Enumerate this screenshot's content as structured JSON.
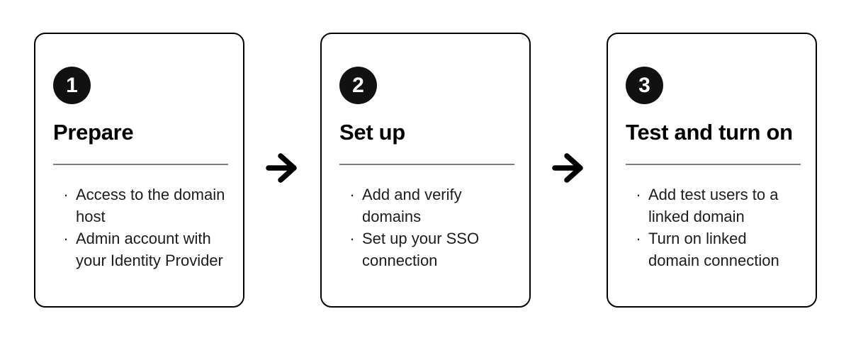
{
  "diagram": {
    "background": "#ffffff",
    "colors": {
      "card_border": "#000000",
      "badge_background": "#111111",
      "badge_text": "#ffffff",
      "title_text": "#000000",
      "body_text": "#1c1c1c",
      "divider": "#7d7d7d",
      "arrow": "#000000"
    },
    "steps": [
      {
        "number": "1",
        "title": "Prepare",
        "items": [
          "Access to the domain\nhost",
          "Admin account with\nyour Identity Provider"
        ]
      },
      {
        "number": "2",
        "title": "Set up",
        "items": [
          "Add and verify\ndomains",
          "Set up your SSO\nconnection"
        ]
      },
      {
        "number": "3",
        "title": "Test and turn on",
        "items": [
          "Add test users to a\nlinked domain",
          "Turn on linked\ndomain connection"
        ]
      }
    ],
    "bullet_glyph": "·",
    "arrow_icon": "arrow-right"
  }
}
